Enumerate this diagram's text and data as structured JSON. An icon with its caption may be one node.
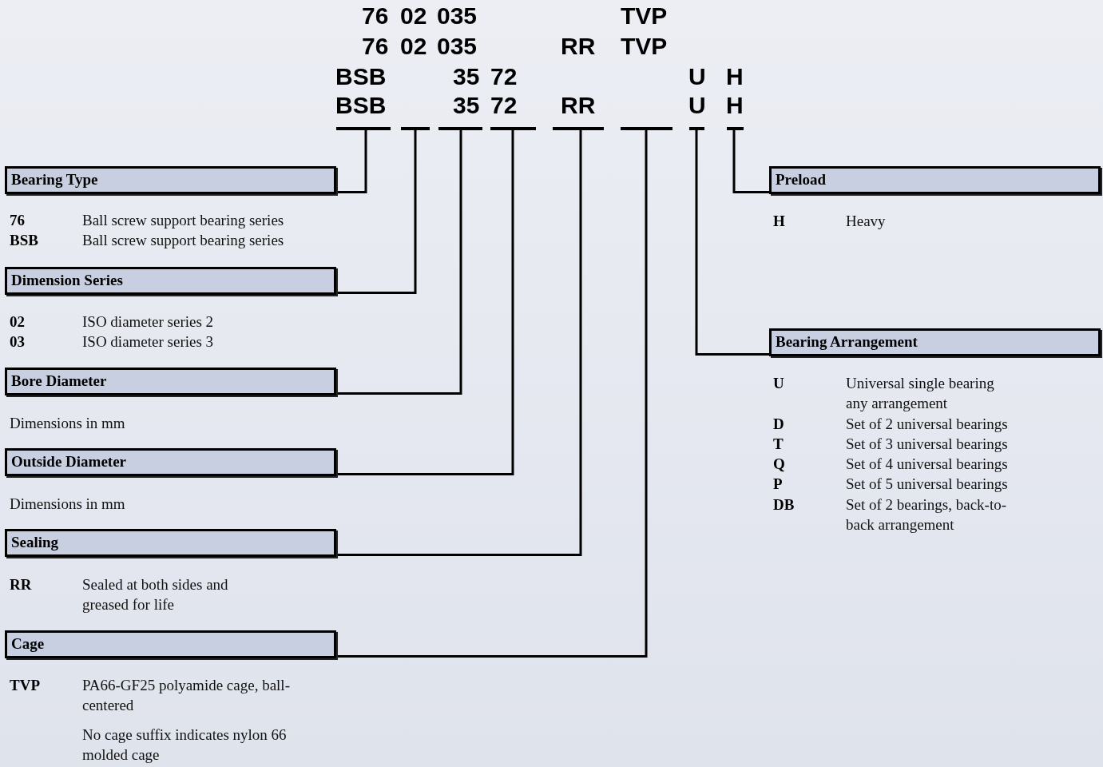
{
  "diagram": {
    "nodes": [
      {
        "text": [],
        "shape": "bar"
      },
      {
        "text": [],
        "shape": "bar"
      },
      {
        "text": [],
        "shape": "bar"
      },
      {
        "text": [],
        "shape": "bar"
      },
      {
        "text": [],
        "shape": "bar"
      },
      {
        "text": [],
        "shape": "bar"
      },
      {
        "text": [],
        "shape": "bar"
      },
      {
        "text": [],
        "shape": "bar"
      },
      {
        "text": [
          "Bearing Type"
        ]
      },
      {
        "text": [
          "Preload"
        ]
      },
      {
        "text": [
          "Dimension Series"
        ]
      },
      {
        "text": [
          "Bearing Arrangement"
        ]
      },
      {
        "text": [
          "Bore Diameter"
        ]
      },
      {
        "text": [
          "Outside Diameter"
        ]
      },
      {
        "text": [
          "Sealing"
        ]
      },
      {
        "text": [
          "Cage"
        ]
      }
    ],
    "edges": [
      {
        "from": 0,
        "to": 8,
        "arrow": "none"
      },
      {
        "from": 1,
        "to": 10,
        "arrow": "none"
      },
      {
        "from": 2,
        "to": 12,
        "arrow": "none"
      },
      {
        "from": 3,
        "to": 13,
        "arrow": "none"
      },
      {
        "from": 4,
        "to": 14,
        "arrow": "none"
      },
      {
        "from": 5,
        "to": 15,
        "arrow": "none"
      },
      {
        "from": 6,
        "to": 11,
        "arrow": "none"
      },
      {
        "from": 7,
        "to": 9,
        "arrow": "none"
      }
    ],
    "labels": [
      "76",
      "02",
      "035",
      "TVP",
      "76",
      "02",
      "035",
      "RR",
      "TVP",
      "BSB",
      "35",
      "72",
      "U",
      "H",
      "BSB",
      "35",
      "72",
      "RR",
      "U",
      "H",
      "76",
      "Ball screw support bearing series",
      "BSB",
      "Ball screw support bearing series",
      "02",
      "ISO diameter series 2",
      "03",
      "ISO diameter series 3",
      "Dimensions in mm",
      "Dimensions in mm",
      "RR",
      "Sealed at both sides and greased for life",
      "TVP",
      "PA66-GF25 polyamide cage, ball-centered",
      "No cage suffix indicates nylon 66 molded cage",
      "H",
      "Heavy",
      "U",
      "Universal single bearing any arrangement",
      "D",
      "Set of 2 universal bearings",
      "T",
      "Set of 3 universal bearings",
      "Q",
      "Set of 4 universal bearings",
      "P",
      "Set of 5 universal bearings",
      "DB",
      "Set of 2 bearings, back-to-back arrangement"
    ]
  }
}
